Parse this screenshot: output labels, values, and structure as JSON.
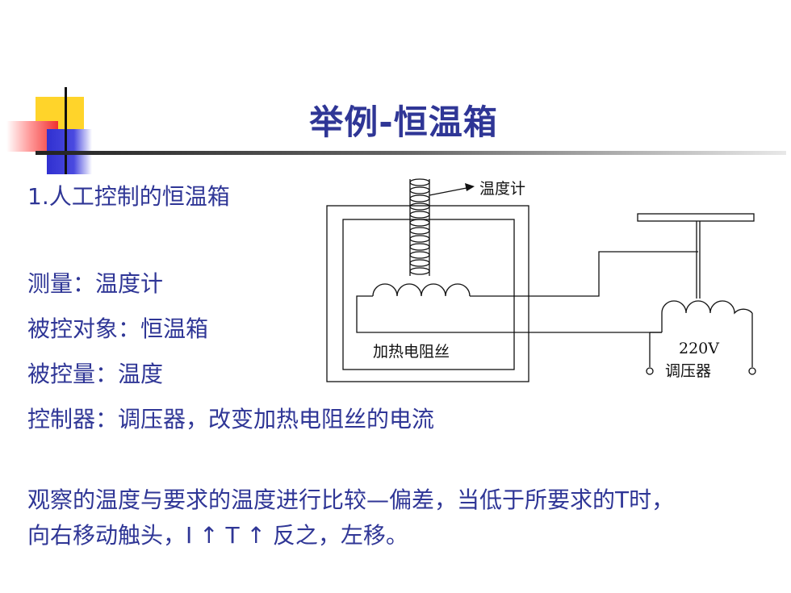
{
  "slide": {
    "title": "举例-恒温箱",
    "heading": "1.人工控制的恒温箱",
    "items": [
      "测量：温度计",
      "被控对象：恒温箱",
      "被控量：温度",
      "控制器：调压器，改变加热电阻丝的电流"
    ],
    "paragraph_line1": "观察的温度与要求的温度进行比较—偏差，当低于所要求的T时，",
    "paragraph_line2": "向右移动触头，I ↑ T ↑ 反之，左移。"
  },
  "diagram": {
    "thermometer_label": "温度计",
    "heater_label": "加热电阻丝",
    "voltage_label": "220V",
    "regulator_label": "调压器"
  }
}
